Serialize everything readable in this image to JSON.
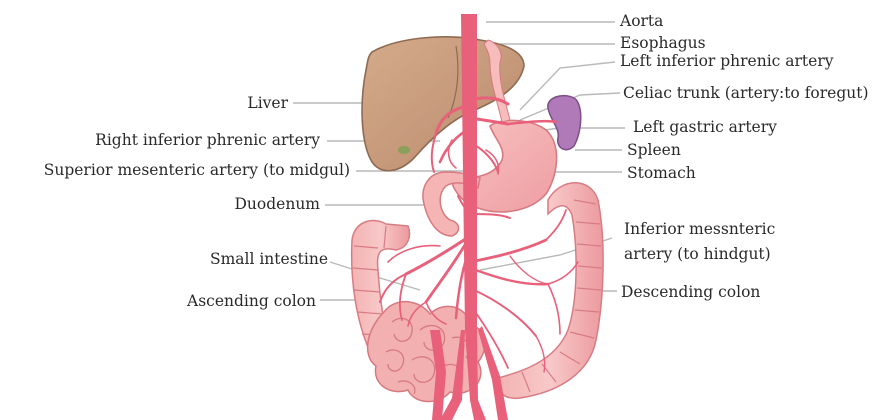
{
  "labels": {
    "aorta": "Aorta",
    "esophagus": "Esophagus",
    "left_inferior_phrenic": "Left inferior phrenic artery",
    "liver": "Liver",
    "celiac_trunk": "Celiac trunk (artery:to foregut)",
    "right_inferior_phrenic": "Right inferior phrenic artery",
    "left_gastric": "Left gastric artery",
    "spleen": "Spleen",
    "superior_mesenteric": "Superior mesenteric artery (to midgul)",
    "stomach": "Stomach",
    "duodenum": "Duodenum",
    "inferior_mesenteric_1": "Inferior messnteric",
    "inferior_mesenteric_2": "artery (to hindgut)",
    "small_intestine": "Small intestine",
    "descending_colon": "Descending colon",
    "ascending_colon": "Ascending colon"
  },
  "colors": {
    "artery": "#e8607a",
    "liver": "#c69a7a",
    "stomach": "#f4aeb0",
    "spleen": "#b07ab8",
    "intestine": "#f2a3a5",
    "leader": "#b9b9b9"
  }
}
